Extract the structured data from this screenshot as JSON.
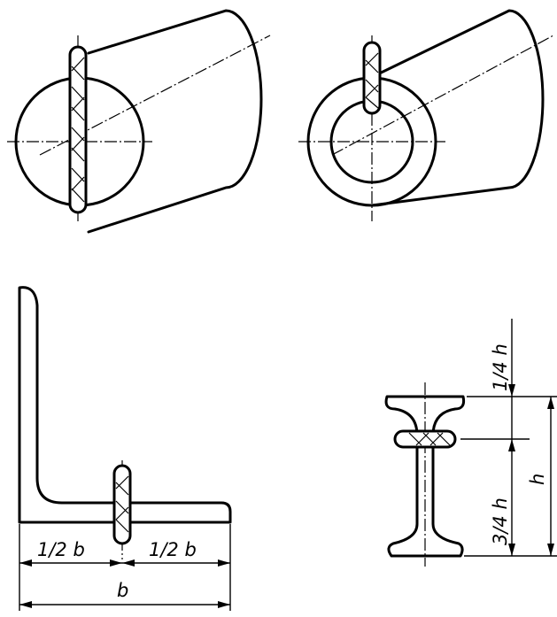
{
  "angle_dims": {
    "left_half": "1/2 b",
    "right_half": "1/2 b",
    "total": "b"
  },
  "ibeam_dims": {
    "top": "1/4 h",
    "bottom": "3/4 h",
    "total": "h"
  }
}
